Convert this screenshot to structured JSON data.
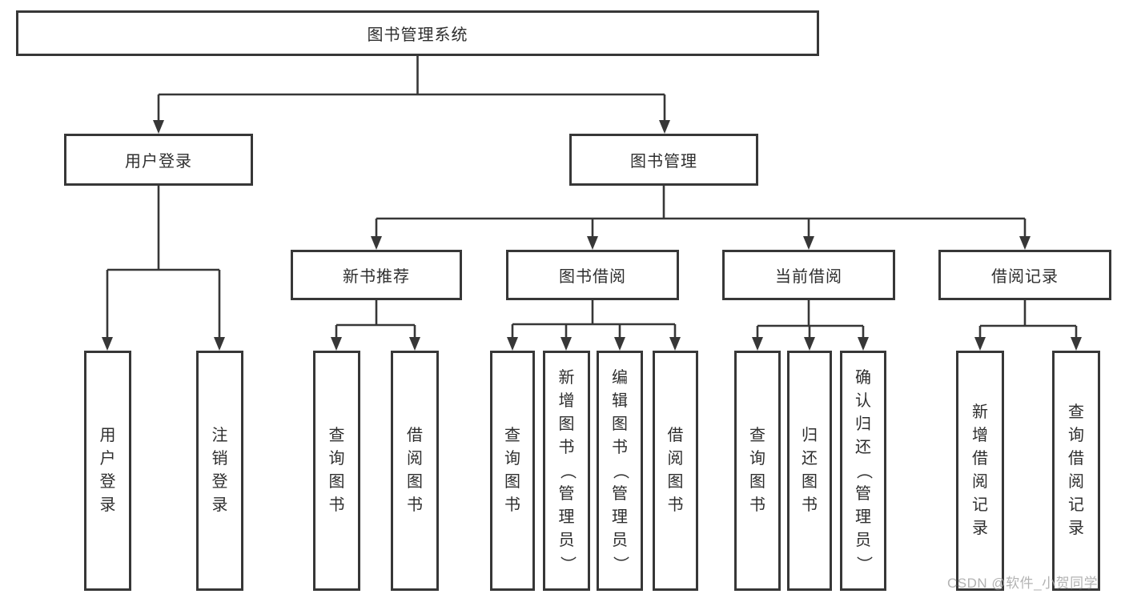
{
  "colors": {
    "line": "#373737",
    "border": "#373737",
    "text": "#2e2e2e",
    "background": "#ffffff",
    "watermark_color": "#a8a8a8"
  },
  "watermark": "CSDN @软件_小贺同学",
  "nodes": {
    "root": "图书管理系统",
    "user_login": "用户登录",
    "book_mgmt": "图书管理",
    "new_book_rec": "新书推荐",
    "book_borrow": "图书借阅",
    "current_borrow": "当前借阅",
    "borrow_records": "借阅记录",
    "ul_user_login": "用户登录",
    "ul_logout": "注销登录",
    "nb_query_book": "查询图书",
    "nb_borrow_book": "借阅图书",
    "bb_query_book": "查询图书",
    "bb_add_book": "新增图书（管理员）",
    "bb_edit_book": "编辑图书（管理员）",
    "bb_borrow_book": "借阅图书",
    "cb_query_book": "查询图书",
    "cb_return_book": "归还图书",
    "cb_confirm_return": "确认归还（管理员）",
    "br_add_record": "新增借阅记录",
    "br_query_record": "查询借阅记录"
  }
}
